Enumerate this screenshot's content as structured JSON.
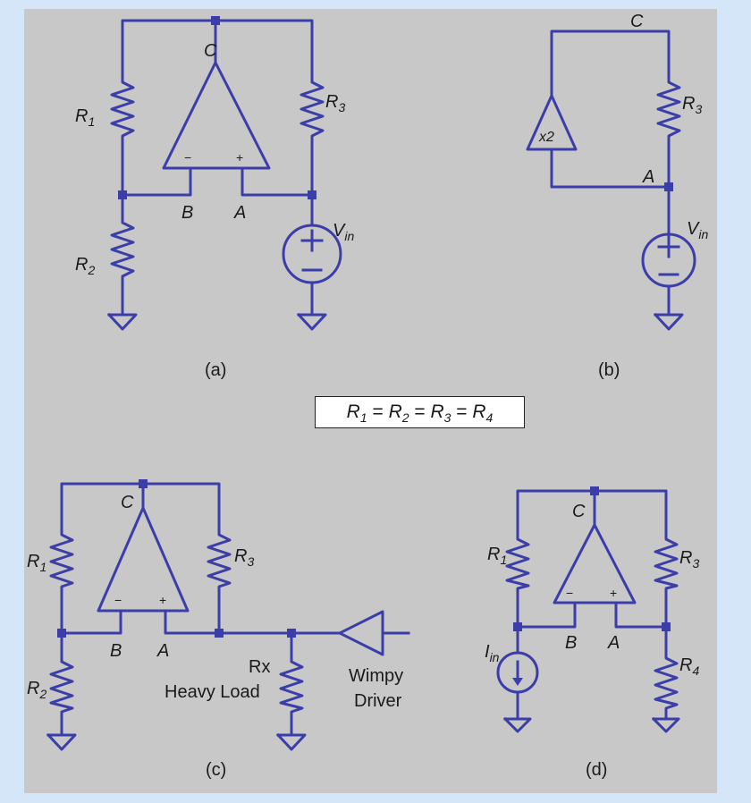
{
  "colors": {
    "page_bg": "#d4e6f7",
    "panel_bg": "#c8c8c8",
    "wire": "#3b3ea8",
    "text": "#1a1a1a"
  },
  "equation": {
    "parts": [
      "R",
      "1",
      " = ",
      "R",
      "2",
      " = ",
      "R",
      "3",
      " = ",
      "R",
      "4"
    ]
  },
  "a": {
    "caption": "(a)",
    "r1": "R",
    "r1_sub": "1",
    "r2": "R",
    "r2_sub": "2",
    "r3": "R",
    "r3_sub": "3",
    "node_c": "C",
    "node_b": "B",
    "node_a": "A",
    "minus": "−",
    "plus": "+",
    "vin": "V",
    "vin_sub": "in"
  },
  "b": {
    "caption": "(b)",
    "node_c": "C",
    "node_a": "A",
    "gain": "x2",
    "r3": "R",
    "r3_sub": "3",
    "vin": "V",
    "vin_sub": "in"
  },
  "c": {
    "caption": "(c)",
    "r1": "R",
    "r1_sub": "1",
    "r2": "R",
    "r2_sub": "2",
    "r3": "R",
    "r3_sub": "3",
    "node_c": "C",
    "node_b": "B",
    "node_a": "A",
    "minus": "−",
    "plus": "+",
    "rx": "Rx",
    "heavy_load": "Heavy Load",
    "wimpy": "Wimpy",
    "driver": "Driver"
  },
  "d": {
    "caption": "(d)",
    "r1": "R",
    "r1_sub": "1",
    "r3": "R",
    "r3_sub": "3",
    "r4": "R",
    "r4_sub": "4",
    "node_c": "C",
    "node_b": "B",
    "node_a": "A",
    "minus": "−",
    "plus": "+",
    "iin": "I",
    "iin_sub": "in"
  }
}
